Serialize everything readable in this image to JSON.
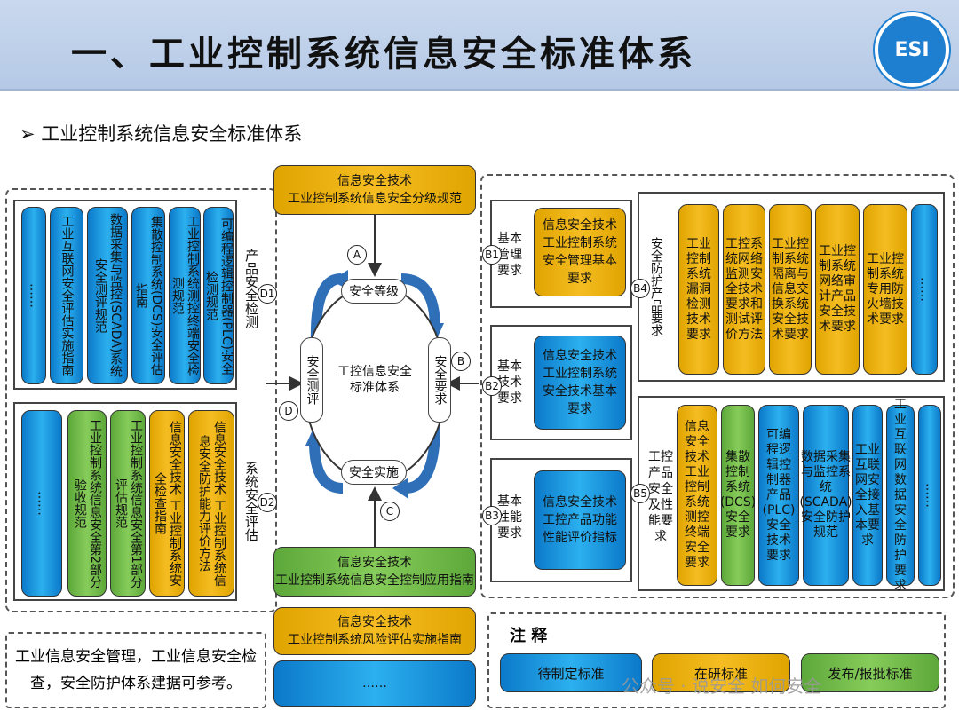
{
  "header": {
    "title": "一、工业控制系统信息安全标准体系",
    "logo": "ESI"
  },
  "subtitle": {
    "bullet": "➢",
    "text": "工业控制系统信息安全标准体系"
  },
  "top_box": {
    "line1": "信息安全技术",
    "line2": "工业控制系统信息安全分级规范"
  },
  "bottom_box1": {
    "line1": "信息安全技术",
    "line2": "工业控制系统信息安全控制应用指南"
  },
  "bottom_box2": {
    "line1": "信息安全技术",
    "line2": "工业控制系统风险评估实施指南"
  },
  "bottom_box3": {
    "text": "……"
  },
  "center": {
    "core": "工控信息安全\n标准体系",
    "top": "安全等级",
    "bottom": "安全实施",
    "left": "安全测评",
    "right": "安全要求"
  },
  "markers": {
    "A": "A",
    "B": "B",
    "C": "C",
    "D": "D",
    "D1": "D1",
    "D2": "D2",
    "B1": "B1",
    "B2": "B2",
    "B3": "B3",
    "B4": "B4",
    "B5": "B5"
  },
  "d1": {
    "label": "产品安全检测",
    "items": [
      "……",
      "工业互联网安全评估实施指南",
      "数据采集与监控(SCADA)系统安全测评规范",
      "集散控制系统(DCS)安全评估指南",
      "工业控制系统测控终端安全检测规范",
      "可编程逻辑控制器(PLC)安全检测规范"
    ]
  },
  "d2": {
    "label": "系统安全评估",
    "items": [
      "……",
      "工业控制系统信息安全第2部分验收规范",
      "工业控制系统信息安全第1部分评估规范",
      "信息安全技术 工业控制系统安全检查指南",
      "信息安全技术 工业控制系统信息安全防护能力评价方法"
    ]
  },
  "b1": {
    "label": "基本管理要求",
    "line1": "信息安全技术",
    "line2": "工业控制系统安全管理基本要求"
  },
  "b2": {
    "label": "基本技术要求",
    "line1": "信息安全技术",
    "line2": "工业控制系统安全技术基本要求"
  },
  "b3": {
    "label": "基本性能要求",
    "line1": "信息安全技术",
    "line2": "工控产品功能性能评价指标"
  },
  "b4": {
    "label": "安全防护产品要求",
    "items": [
      "工业控制系统漏洞检测技术要求",
      "工控系统网络监测安全技术要求和测试评价方法",
      "工业控制系统隔离与信息交换系统安全技术要求",
      "工业控制系统网络审计产品安全技术要求",
      "工业控制系统专用防火墙技术要求",
      "……"
    ]
  },
  "b5": {
    "label": "工控产品安全及性能要求",
    "items": [
      "信息安全技术 工业控制系统测控终端安全要求",
      "集散控制系统(DCS)安全要求",
      "可编程逻辑控制器产品(PLC)安全技术要求",
      "数据采集与监控系统(SCADA)安全防护规范",
      "工业互联网安全接入基本要求",
      "工业互联网数据安全防护要求",
      "……"
    ]
  },
  "left_note": "工业信息安全管理，工业信息安全检查，安全防护体系建据可参考。",
  "legend": {
    "title": "注 释",
    "items": [
      "待制定标准",
      "在研标准",
      "发布/报批标准"
    ]
  },
  "watermark": "公众号 · 说安全 如何安全",
  "colors": {
    "blue": "#1a9be0",
    "green": "#6dba46",
    "orange": "#f0b31a",
    "arrow": "#2e6fb8"
  }
}
